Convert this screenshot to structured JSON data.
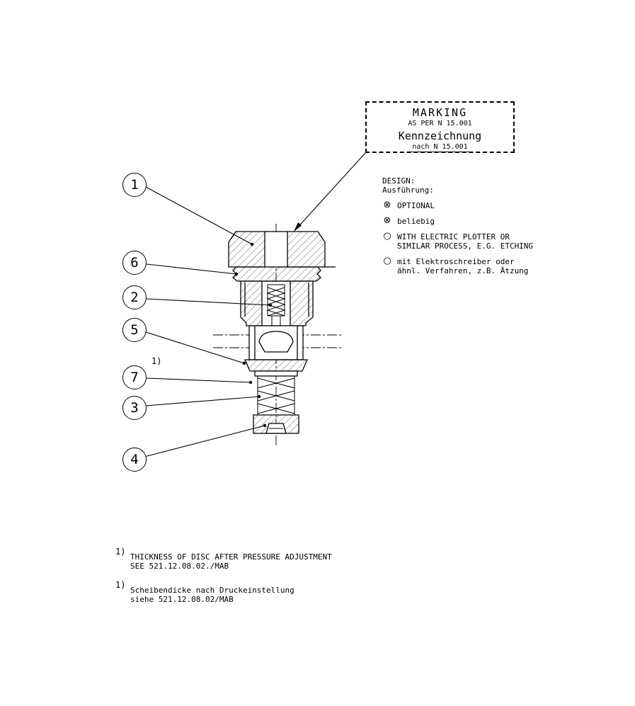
{
  "marking_box": {
    "title_en": "MARKING",
    "subtitle_en": "AS PER N 15.001",
    "title_de": "Kennzeichnung",
    "subtitle_de": "nach N 15.001"
  },
  "design_notes": {
    "title_en": "DESIGN:",
    "title_de": "Ausführung:",
    "options": [
      {
        "symbol": "⊗",
        "lines": [
          "OPTIONAL"
        ]
      },
      {
        "symbol": "⊗",
        "lines": [
          "beliebig"
        ]
      },
      {
        "symbol": "○",
        "lines": [
          "WITH ELECTRIC PLOTTER OR",
          "SIMILAR PROCESS, E.G. ETCHING"
        ]
      },
      {
        "symbol": "○",
        "lines": [
          "mit Elektroschreiber oder",
          "ähnl. Verfahren, z.B. Ätzung"
        ]
      }
    ]
  },
  "balloons": [
    {
      "label": "1"
    },
    {
      "label": "6"
    },
    {
      "label": "2"
    },
    {
      "label": "5"
    },
    {
      "label": "7"
    },
    {
      "label": "3"
    },
    {
      "label": "4"
    }
  ],
  "balloon_note": "1)",
  "footnotes": [
    {
      "marker": "1)",
      "lines": [
        "THICKNESS OF DISC AFTER PRESSURE ADJUSTMENT",
        "SEE 521.12.08.02./MAB"
      ]
    },
    {
      "marker": "1)",
      "lines": [
        "Scheibendicke nach Druckeinstellung",
        "siehe 521.12.08.02/MAB"
      ]
    }
  ],
  "colors": {
    "line": "#000000",
    "background": "#ffffff"
  }
}
